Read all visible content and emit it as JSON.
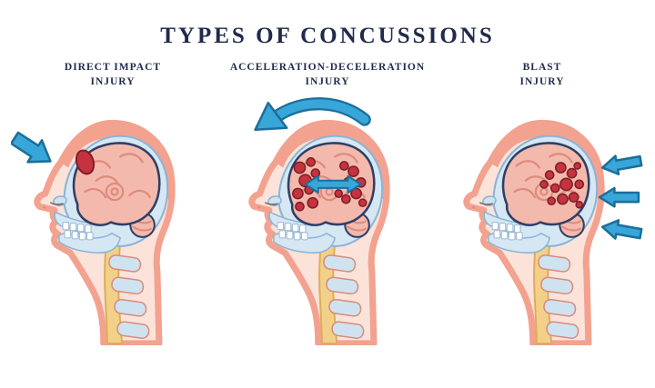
{
  "title": "TYPES OF CONCUSSIONS",
  "panels": [
    {
      "id": "direct-impact",
      "label_line1": "DIRECT IMPACT",
      "label_line2": "INJURY"
    },
    {
      "id": "acceleration-deceleration",
      "label_line1": "ACCELERATION-DECELERATION",
      "label_line2": "INJURY"
    },
    {
      "id": "blast",
      "label_line1": "BLAST",
      "label_line2": "INJURY"
    }
  ],
  "icons": {
    "panel1": "impact-arrow-icon",
    "panel2": [
      "whiplash-curved-arrow-icon",
      "back-and-forth-arrow-icon"
    ],
    "panel3": "blast-wave-arrows-icon"
  },
  "colors": {
    "title_navy": "#1f2a4c",
    "arrow_blue": "#38a6d8",
    "arrow_outline": "#1b6f9a",
    "injury_red": "#c5333f",
    "injury_red_outline": "#7e1f27",
    "skin_rim_pink": "#f2a28f",
    "skin_light": "#fbe3da",
    "skull_blue": "#d6e7f4",
    "skull_outline": "#8ab4d6",
    "brain_pink": "#f4b9ad",
    "brain_outline": "#2e3f66",
    "gyri_pink": "#dd8b7c",
    "stem_yellow": "#f3d089",
    "stem_outline": "#dcae5b",
    "vertebra_outline": "#d98c7c",
    "background": "#ffffff"
  }
}
